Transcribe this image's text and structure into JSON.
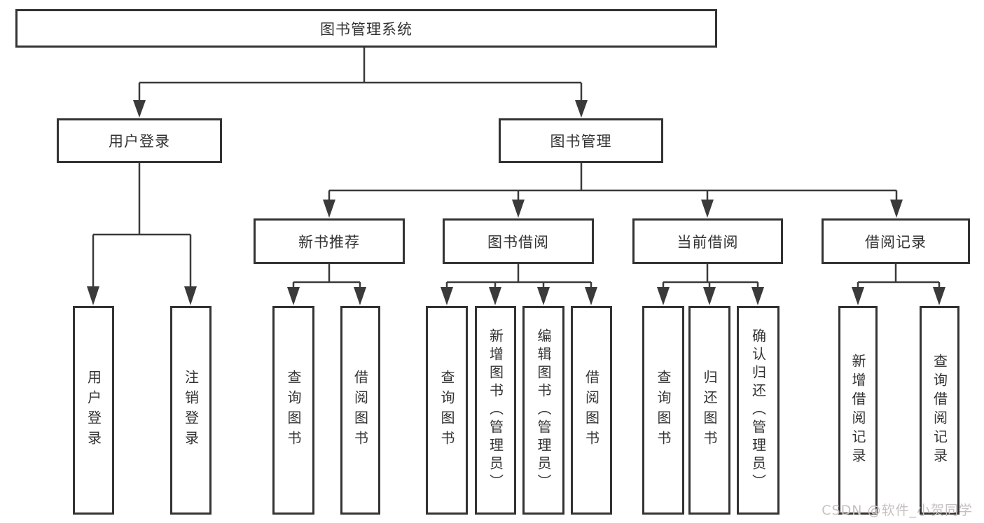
{
  "diagram": {
    "type": "hierarchy-tree",
    "watermark": "CSDN @软件_小贺同学",
    "colors": {
      "line": "#3a3a3a",
      "border": "#333333",
      "text": "#333333",
      "background": "#ffffff",
      "watermark": "#c7c0c0"
    },
    "tree": {
      "label": "图书管理系统",
      "children": [
        {
          "label": "用户登录",
          "children": [
            {
              "label": "用户登录"
            },
            {
              "label": "注销登录"
            }
          ]
        },
        {
          "label": "图书管理",
          "children": [
            {
              "label": "新书推荐",
              "children": [
                {
                  "label": "查询图书"
                },
                {
                  "label": "借阅图书"
                }
              ]
            },
            {
              "label": "图书借阅",
              "children": [
                {
                  "label": "查询图书"
                },
                {
                  "label": "新增图书（管理员）"
                },
                {
                  "label": "编辑图书（管理员）"
                },
                {
                  "label": "借阅图书"
                }
              ]
            },
            {
              "label": "当前借阅",
              "children": [
                {
                  "label": "查询图书"
                },
                {
                  "label": "归还图书"
                },
                {
                  "label": "确认归还（管理员）"
                }
              ]
            },
            {
              "label": "借阅记录",
              "children": [
                {
                  "label": "新增借阅记录"
                },
                {
                  "label": "查询借阅记录"
                }
              ]
            }
          ]
        }
      ]
    }
  }
}
